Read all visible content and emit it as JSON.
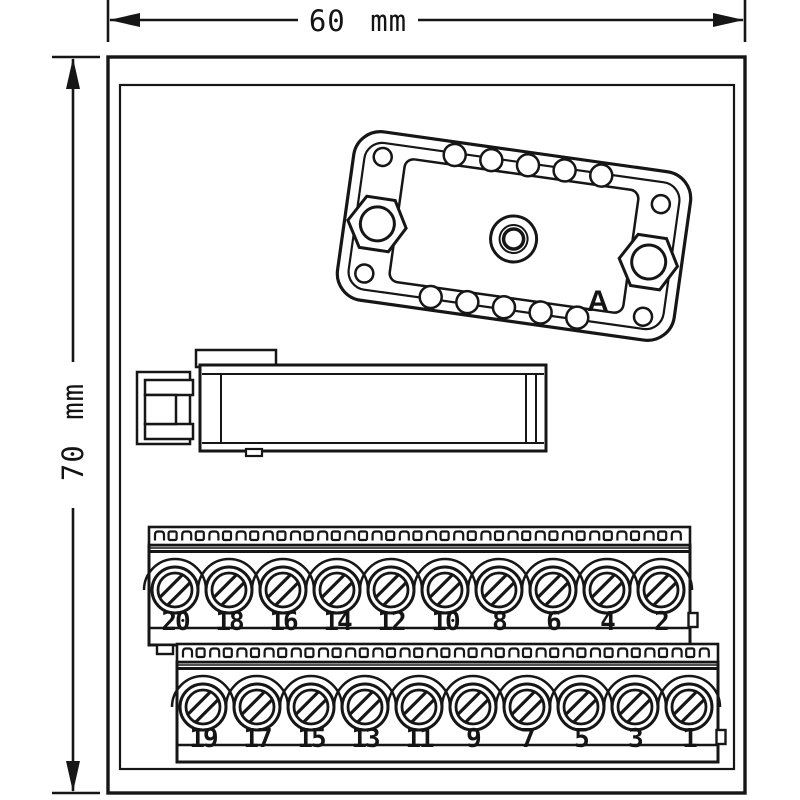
{
  "drawing": {
    "title": "terminal-interface-module-outline-drawing",
    "dimensions": {
      "width_label": "60 mm",
      "height_label": "70 mm"
    },
    "connector": {
      "label": "A",
      "top_hole_count": 5,
      "bottom_hole_count": 5,
      "corner_hole_count": 4,
      "hex_nut_count": 2
    },
    "terminal_rows": [
      {
        "name": "upper",
        "numbers": [
          "20",
          "18",
          "16",
          "14",
          "12",
          "10",
          "8",
          "6",
          "4",
          "2"
        ]
      },
      {
        "name": "lower",
        "numbers": [
          "19",
          "17",
          "15",
          "13",
          "11",
          "9",
          "7",
          "5",
          "3",
          "1"
        ]
      }
    ],
    "colors": {
      "line": "#161616",
      "background": "#ffffff"
    }
  }
}
